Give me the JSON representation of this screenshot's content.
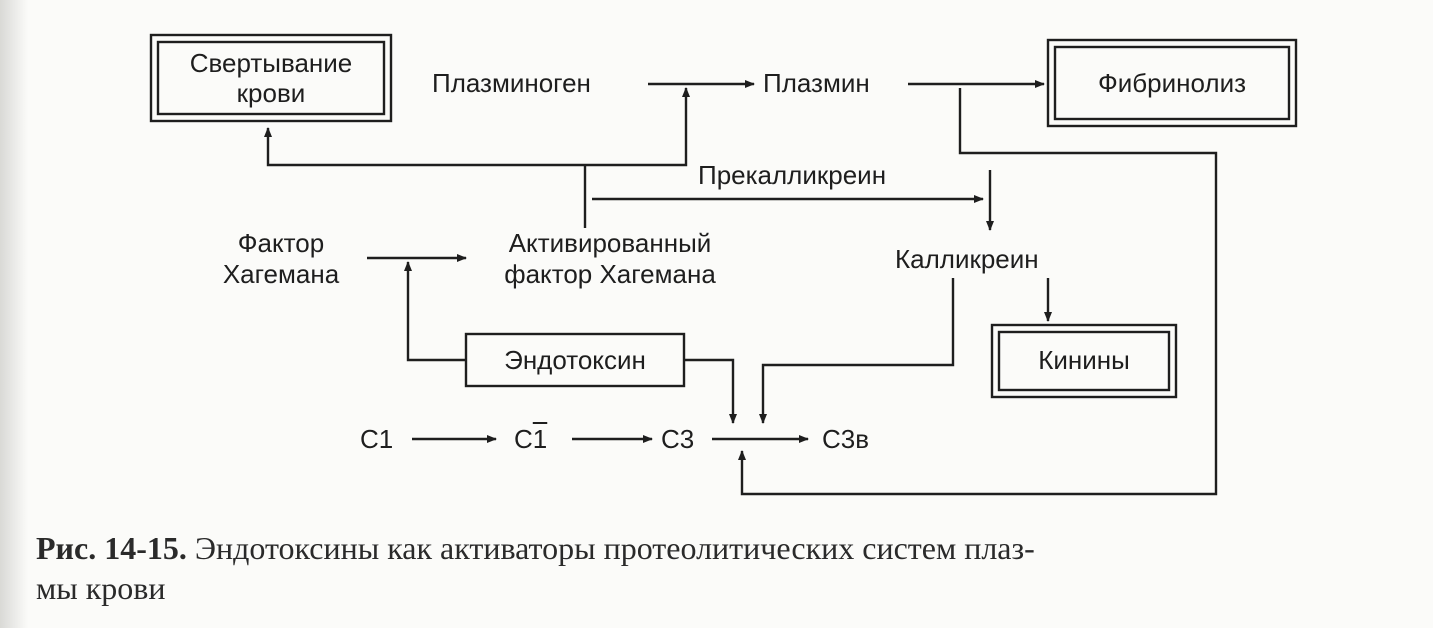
{
  "nodes": {
    "coagulation": [
      "Свертывание",
      "крови"
    ],
    "plasminogen": "Плазминоген",
    "plasmin": "Плазмин",
    "fibrinolysis": "Фибринолиз",
    "prekallikrein": "Прекалликреин",
    "hageman_factor": [
      "Фактор",
      "Хагемана"
    ],
    "activated_hageman_factor": [
      "Активированный",
      "фактор Хагемана"
    ],
    "kallikrein": "Калликреин",
    "endotoxin": "Эндотоксин",
    "kinins": "Кинины",
    "c1": "С1",
    "c1_prefix": "С",
    "c1_active_digit": "1",
    "c3": "С3",
    "c3b": "С3в"
  },
  "caption": {
    "label": "Рис. 14-15.",
    "text_line1": "Эндотоксины как активаторы протеолитических систем плаз-",
    "text_line2": "мы крови"
  }
}
